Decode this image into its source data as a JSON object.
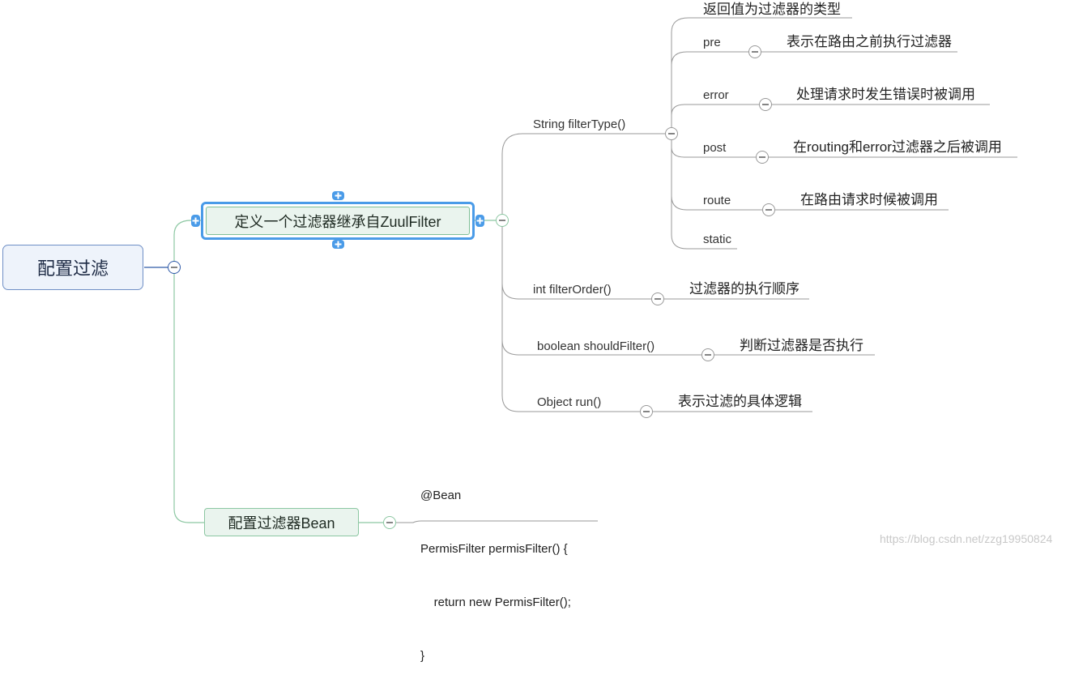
{
  "root": {
    "label": "配置过滤"
  },
  "define_filter": {
    "label": "定义一个过滤器继承自ZuulFilter",
    "methods": {
      "filter_type": {
        "label": "String filterType()",
        "return_note": "返回值为过滤器的类型",
        "types": [
          {
            "name": "pre",
            "desc": "表示在路由之前执行过滤器"
          },
          {
            "name": "error",
            "desc": "处理请求时发生错误时被调用"
          },
          {
            "name": "post",
            "desc": "在routing和error过滤器之后被调用"
          },
          {
            "name": "route",
            "desc": "在路由请求时候被调用"
          },
          {
            "name": "static",
            "desc": ""
          }
        ]
      },
      "filter_order": {
        "label": "int filterOrder()",
        "desc": "过滤器的执行顺序"
      },
      "should_filter": {
        "label": "boolean shouldFilter()",
        "desc": "判断过滤器是否执行"
      },
      "run": {
        "label": "Object run()",
        "desc": "表示过滤的具体逻辑"
      }
    }
  },
  "bean": {
    "label": "配置过滤器Bean",
    "code": [
      "@Bean",
      "PermisFilter permisFilter() {",
      "    return new PermisFilter();",
      "}"
    ]
  },
  "watermark": "https://blog.csdn.net/zzg19950824",
  "colors": {
    "branch_line": "#8cc7a2",
    "tree_line": "#999999",
    "selection": "#4a9be8",
    "root_fill": "#eef3fb",
    "topic_fill": "#eaf4ee"
  },
  "icons": [
    "collapse-icon",
    "expand-icon"
  ]
}
